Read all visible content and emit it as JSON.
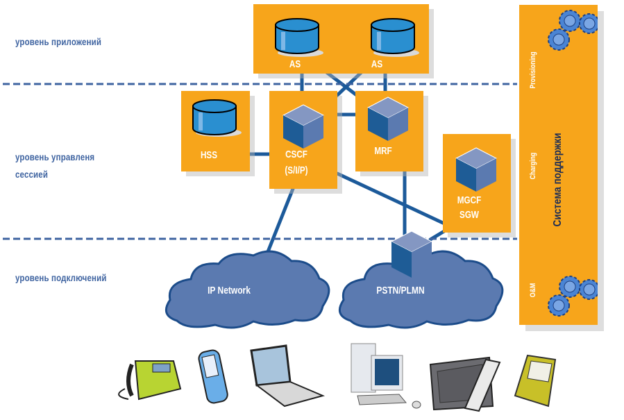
{
  "layers": [
    {
      "label": "уровень приложений"
    },
    {
      "label": "уровень управленя\nсессией",
      "line1": "уровень управленя",
      "line2": "сессией"
    },
    {
      "label": "уровень подключений"
    }
  ],
  "nodes": {
    "as1": "AS",
    "as2": "AS",
    "hss": "HSS",
    "cscf_line1": "CSCF",
    "cscf_line2": "(S/I/P)",
    "mrf": "MRF",
    "mgcf_line1": "MGCF",
    "mgcf_line2": "SGW"
  },
  "clouds": {
    "ip": "IP Network",
    "pstn": "PSTN/PLMN"
  },
  "support_system": {
    "title": "Система поддержки",
    "functions": [
      "Provisioning",
      "Charging",
      "O&M"
    ]
  },
  "devices": [
    "desk-phone",
    "mobile-phone",
    "laptop",
    "desktop-pc",
    "tv-with-remote",
    "pda"
  ],
  "colors": {
    "box_orange": "#f7a51b",
    "line_blue": "#1c5a9a",
    "label_blue": "#3e63a0",
    "cloud_blue": "#5b7ab0",
    "db_blue": "#2a8fd0"
  }
}
